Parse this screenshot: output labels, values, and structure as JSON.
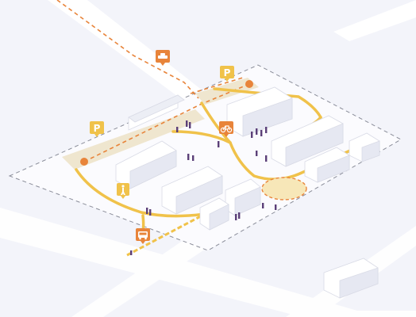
{
  "colors": {
    "background": "#f3f4fa",
    "road": "#ffffff",
    "path_yellow": "#f0c24a",
    "path_orange": "#e8843a",
    "building": "#ffffff",
    "building_shade": "#e6e8f2",
    "boundary": "#8a8d99",
    "people": "#5b3f78",
    "parking_strip": "#efe6cf"
  },
  "markers": [
    {
      "name": "car-pin",
      "icon": "car-icon",
      "label": ""
    },
    {
      "name": "parking-pin-top",
      "icon": "parking-icon",
      "label": "P"
    },
    {
      "name": "parking-pin-left",
      "icon": "parking-icon",
      "label": "P"
    },
    {
      "name": "bicycle-pin",
      "icon": "bicycle-icon",
      "label": ""
    },
    {
      "name": "pedestrian-pin",
      "icon": "pedestrian-icon",
      "label": ""
    },
    {
      "name": "bus-pin",
      "icon": "bus-icon",
      "label": ""
    }
  ]
}
